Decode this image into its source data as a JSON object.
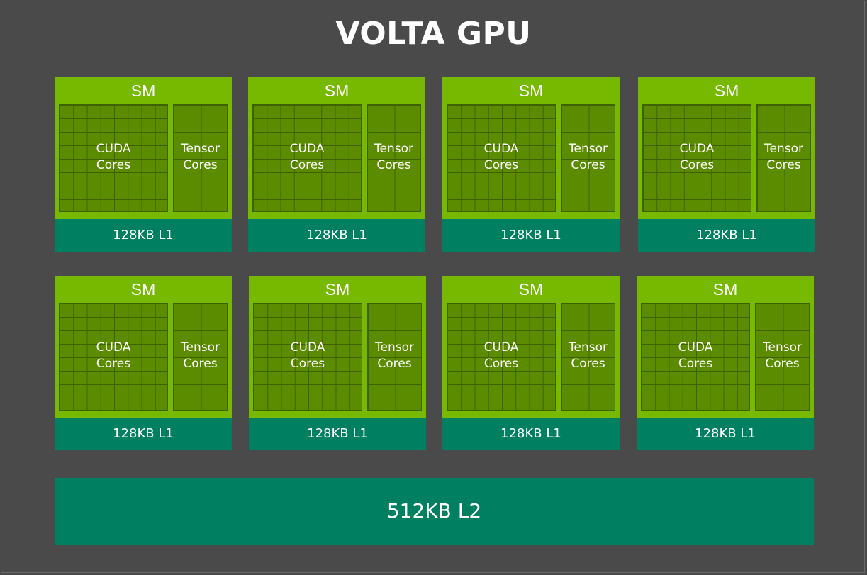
{
  "title": "VOLTA GPU",
  "colors": {
    "background": "#4a4a4a",
    "sm_green": "#76b900",
    "core_green": "#5b8c00",
    "cache_teal": "#008060"
  },
  "sms": [
    {
      "label": "SM",
      "cuda_line1": "CUDA",
      "cuda_line2": "Cores",
      "tensor_line1": "Tensor",
      "tensor_line2": "Cores",
      "l1": "128KB L1"
    },
    {
      "label": "SM",
      "cuda_line1": "CUDA",
      "cuda_line2": "Cores",
      "tensor_line1": "Tensor",
      "tensor_line2": "Cores",
      "l1": "128KB L1"
    },
    {
      "label": "SM",
      "cuda_line1": "CUDA",
      "cuda_line2": "Cores",
      "tensor_line1": "Tensor",
      "tensor_line2": "Cores",
      "l1": "128KB L1"
    },
    {
      "label": "SM",
      "cuda_line1": "CUDA",
      "cuda_line2": "Cores",
      "tensor_line1": "Tensor",
      "tensor_line2": "Cores",
      "l1": "128KB L1"
    },
    {
      "label": "SM",
      "cuda_line1": "CUDA",
      "cuda_line2": "Cores",
      "tensor_line1": "Tensor",
      "tensor_line2": "Cores",
      "l1": "128KB L1"
    },
    {
      "label": "SM",
      "cuda_line1": "CUDA",
      "cuda_line2": "Cores",
      "tensor_line1": "Tensor",
      "tensor_line2": "Cores",
      "l1": "128KB L1"
    },
    {
      "label": "SM",
      "cuda_line1": "CUDA",
      "cuda_line2": "Cores",
      "tensor_line1": "Tensor",
      "tensor_line2": "Cores",
      "l1": "128KB L1"
    },
    {
      "label": "SM",
      "cuda_line1": "CUDA",
      "cuda_line2": "Cores",
      "tensor_line1": "Tensor",
      "tensor_line2": "Cores",
      "l1": "128KB L1"
    }
  ],
  "l2": "512KB L2"
}
